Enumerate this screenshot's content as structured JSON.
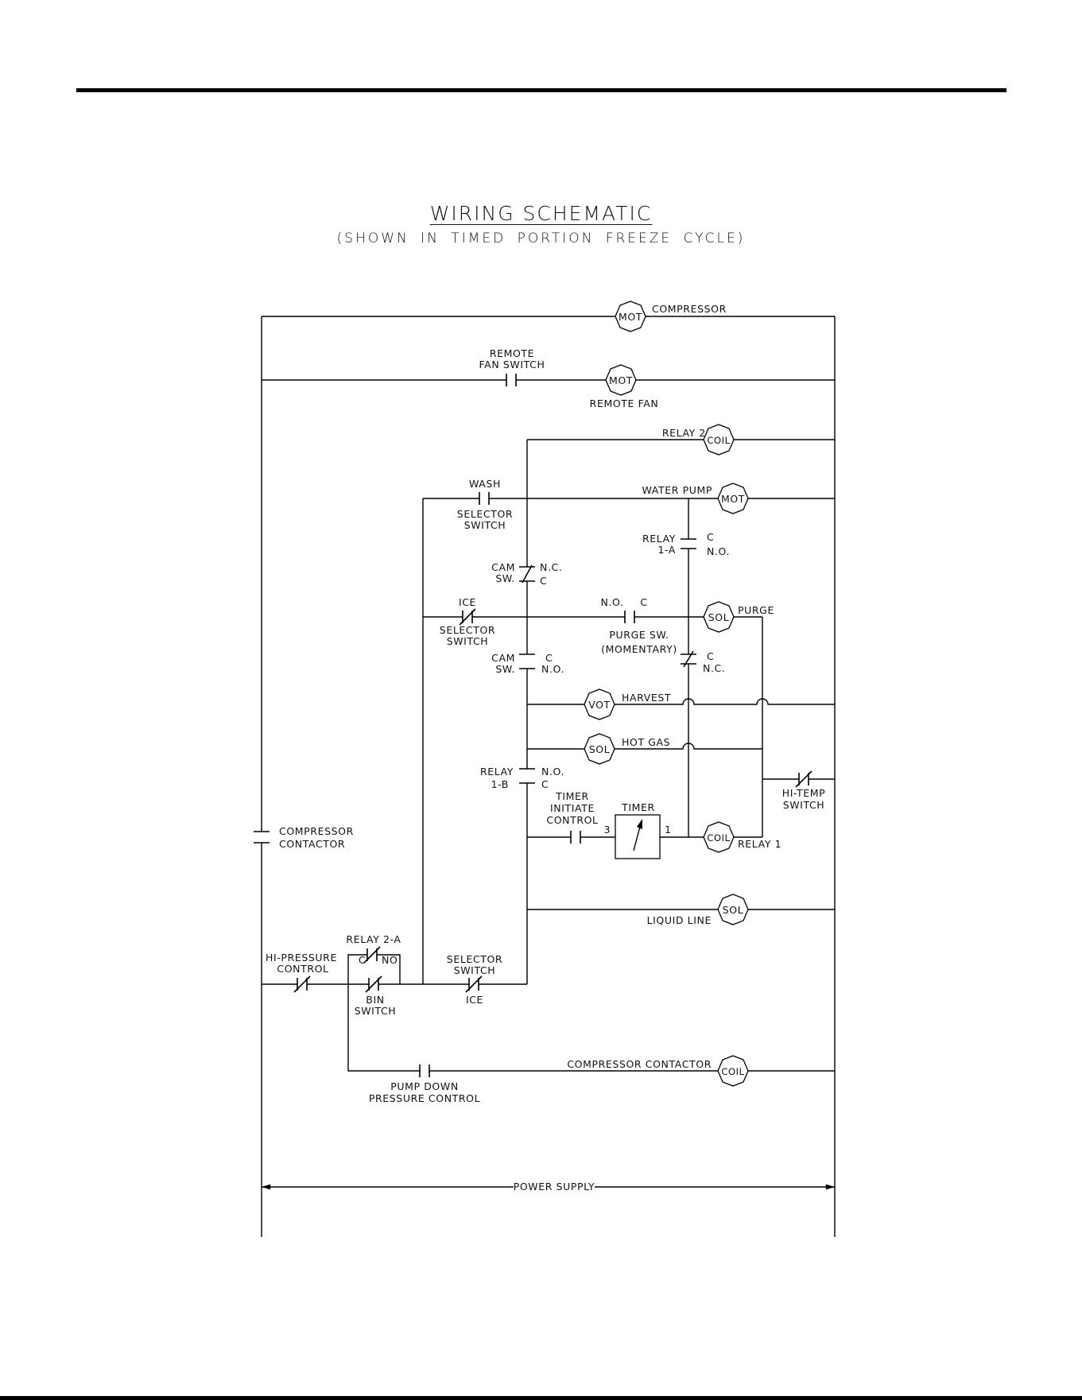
{
  "header": {
    "title": "WIRING SCHEMATIC",
    "subtitle": "(SHOWN IN TIMED PORTION FREEZE CYCLE)"
  },
  "symbols": {
    "motor": "MOT",
    "coil": "COIL",
    "solenoid": "SOL",
    "timer_motor": "VOT",
    "timer_pin_left": "3",
    "timer_pin_right": "1"
  },
  "labels": {
    "compressor": "COMPRESSOR",
    "remote_fan_switch_1": "REMOTE",
    "remote_fan_switch_2": "FAN SWITCH",
    "remote_fan": "REMOTE FAN",
    "relay_2": "RELAY 2",
    "water_pump": "WATER PUMP",
    "wash": "WASH",
    "selector_switch_1": "SELECTOR",
    "selector_switch_2": "SWITCH",
    "relay_1a_1": "RELAY",
    "relay_1a_2": "1-A",
    "c": "C",
    "no": "N.O.",
    "nc": "N.C.",
    "cam_1": "CAM",
    "cam_2": "SW.",
    "ice": "ICE",
    "purge": "PURGE",
    "purge_sw_1": "PURGE SW.",
    "purge_sw_2": "(MOMENTARY)",
    "harvest": "HARVEST",
    "hot_gas": "HOT GAS",
    "relay_1b_1": "RELAY",
    "relay_1b_2": "1-B",
    "hi_temp_1": "HI-TEMP",
    "hi_temp_2": "SWITCH",
    "timer_initiate_1": "TIMER",
    "timer_initiate_2": "INITIATE",
    "timer_initiate_3": "CONTROL",
    "timer": "TIMER",
    "relay_1": "RELAY 1",
    "compressor_contactor_1": "COMPRESSOR",
    "compressor_contactor_2": "CONTACTOR",
    "liquid_line": "LIQUID LINE",
    "relay_2a": "RELAY 2-A",
    "relay_2a_c": "C",
    "relay_2a_no": "NO",
    "hi_pressure_1": "HI-PRESSURE",
    "hi_pressure_2": "CONTROL",
    "bin_1": "BIN",
    "bin_2": "SWITCH",
    "selector_ice_1": "SELECTOR",
    "selector_ice_2": "SWITCH",
    "selector_ice_3": "ICE",
    "compressor_contactor_coil": "COMPRESSOR CONTACTOR",
    "pump_down_1": "PUMP DOWN",
    "pump_down_2": "PRESSURE CONTROL",
    "power_supply": "POWER SUPPLY"
  }
}
